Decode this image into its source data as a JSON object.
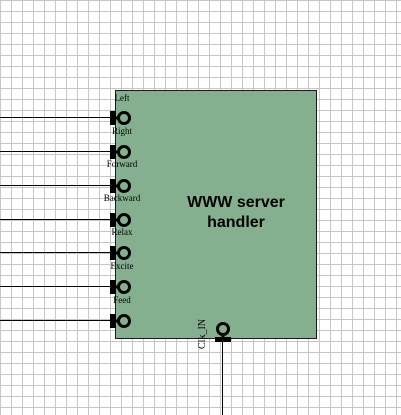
{
  "block": {
    "title": "WWW server\nhandler",
    "fill_color": "#85b08f"
  },
  "input_ports": [
    {
      "label": "Left"
    },
    {
      "label": "Right"
    },
    {
      "label": "Forward"
    },
    {
      "label": "Backward"
    },
    {
      "label": "Relax"
    },
    {
      "label": "Excite"
    },
    {
      "label": "Feed"
    }
  ],
  "clock_port": {
    "label": "Clk_IN"
  },
  "grid_color": "#c6c6c6"
}
